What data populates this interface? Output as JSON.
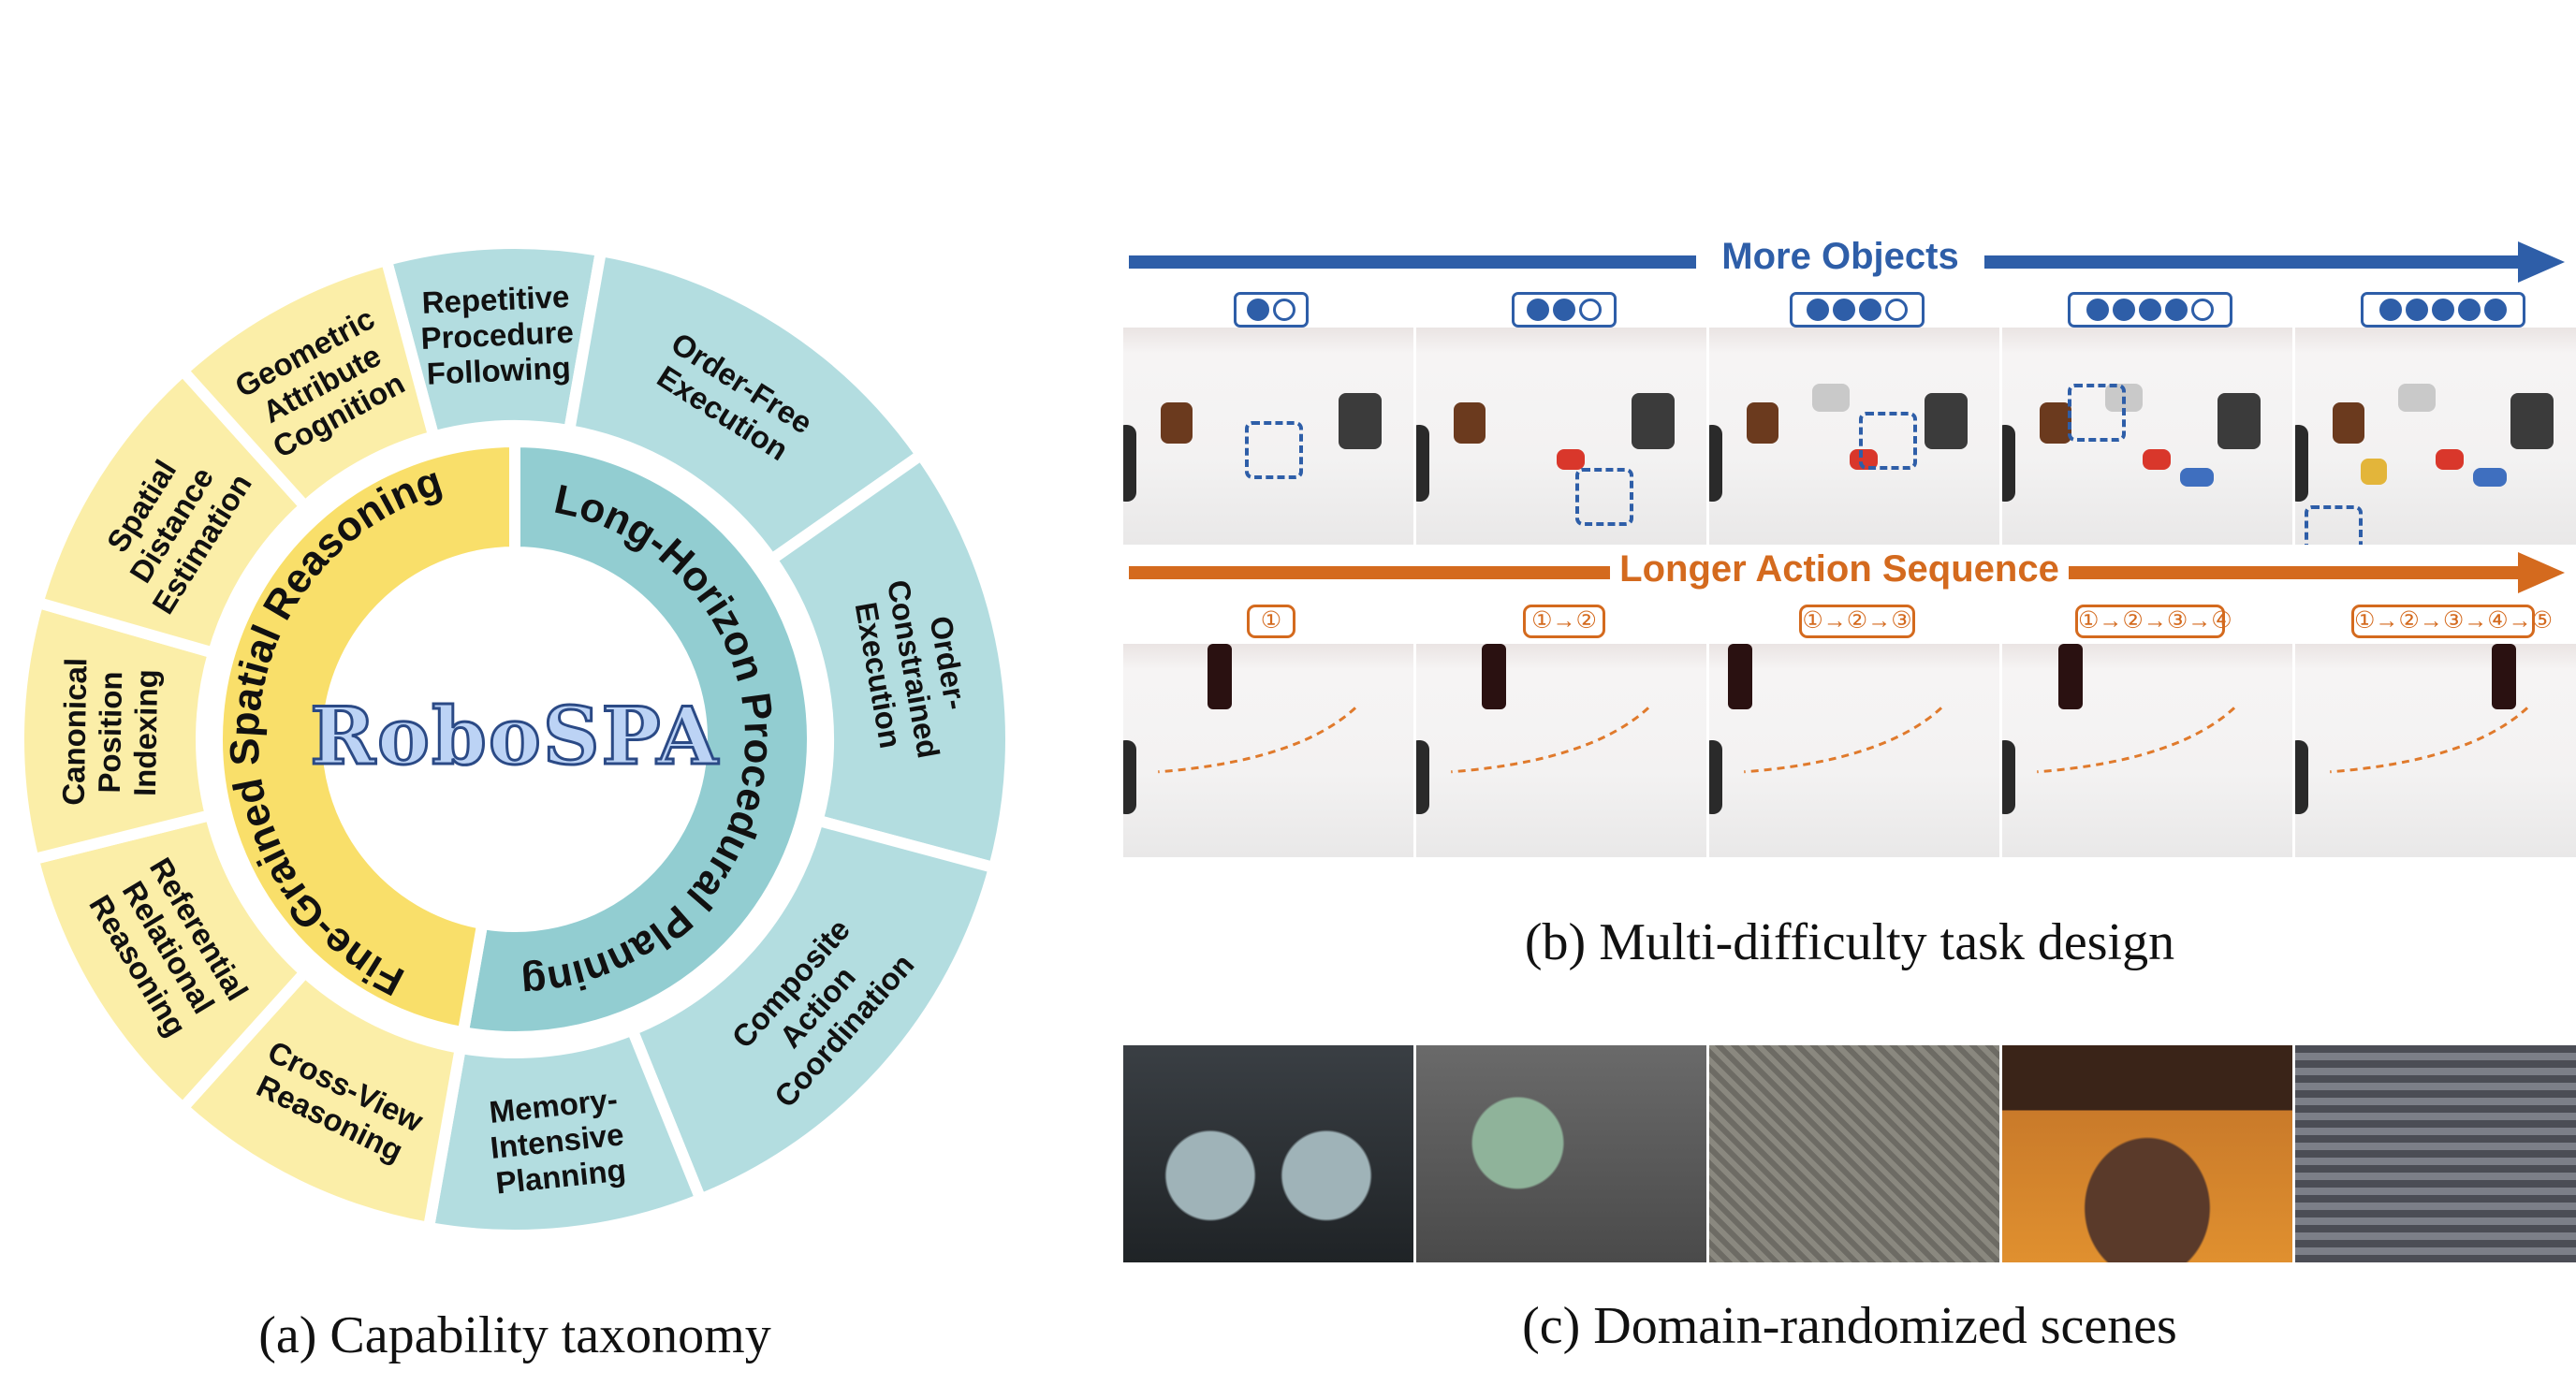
{
  "panel_a": {
    "center_title": "RoboSPA",
    "inner_left": "Fine-Grained Spatial Reasoning",
    "inner_right": "Long-Horizon Procedural Planning",
    "left_segments": [
      [
        "Geometric",
        "Attribute",
        "Cognition"
      ],
      [
        "Spatial",
        "Distance",
        "Estimation"
      ],
      [
        "Canonical",
        "Position",
        "Indexing"
      ],
      [
        "Referential",
        "Relational",
        "Reasoning"
      ],
      [
        "Cross-View",
        "Reasoning"
      ]
    ],
    "right_segments": [
      [
        "Repetitive",
        "Procedure",
        "Following"
      ],
      [
        "Order-Free",
        "Execution"
      ],
      [
        "Order-",
        "Constrained",
        "Execution"
      ],
      [
        "Composite",
        "Action",
        "Coordination"
      ],
      [
        "Memory-",
        "Intensive",
        "Planning"
      ]
    ],
    "caption": "(a) Capability taxonomy"
  },
  "panel_b": {
    "objects_label": "More Objects",
    "sequence_label": "Longer Action Sequence",
    "object_indicators": [
      {
        "filled": 1,
        "total": 2
      },
      {
        "filled": 2,
        "total": 3
      },
      {
        "filled": 3,
        "total": 4
      },
      {
        "filled": 4,
        "total": 5
      },
      {
        "filled": 5,
        "total": 5
      }
    ],
    "sequence_tags": [
      "①",
      "①→②",
      "①→②→③",
      "①→②→③→④",
      "①→②→③→④→⑤"
    ],
    "caption": "(b) Multi-difficulty task design"
  },
  "panel_c": {
    "scene_count": 5,
    "caption": "(c) Domain-randomized scenes"
  },
  "colors": {
    "yellow_outer": "#fbeea8",
    "yellow_inner": "#f9df6a",
    "teal_outer": "#b3dde0",
    "teal_inner": "#92cdd1",
    "blue": "#2e5ea8",
    "orange": "#d46a1e"
  }
}
